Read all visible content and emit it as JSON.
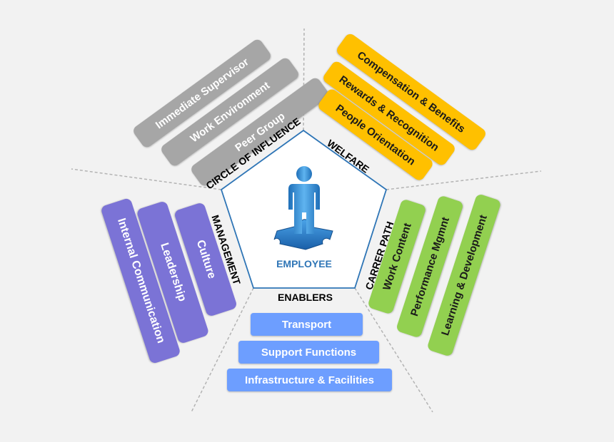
{
  "center": {
    "label": "EMPLOYEE",
    "icon": "person-on-puzzle-icon"
  },
  "categories": {
    "circle_of_influence": "CIRCLE OF INFLUENCE",
    "welfare": "WELFARE",
    "carrer_path": "CARRER PATH",
    "enablers": "ENABLERS",
    "management": "MANAGEMENT"
  },
  "circle_of_influence_items": [
    "Immediate Supervisor",
    "Work Environment",
    "Peer Group"
  ],
  "welfare_items": [
    "Compensation & Benefits",
    "Rewards & Recognition",
    "People Orientation"
  ],
  "carrer_path_items": [
    "Work Content",
    "Performance Mgmnt",
    "Learning & Development"
  ],
  "enablers_items": [
    "Transport",
    "Support Functions",
    "Infrastructure & Facilities"
  ],
  "management_items": [
    "Internal Communication",
    "Leadership",
    "Culture"
  ],
  "colors": {
    "circle_of_influence": "#a6a6a6",
    "welfare": "#ffc000",
    "carrer_path": "#92d050",
    "enablers": "#6d9eff",
    "management": "#7b73d6",
    "pentagon_outline": "#2e75b6"
  }
}
